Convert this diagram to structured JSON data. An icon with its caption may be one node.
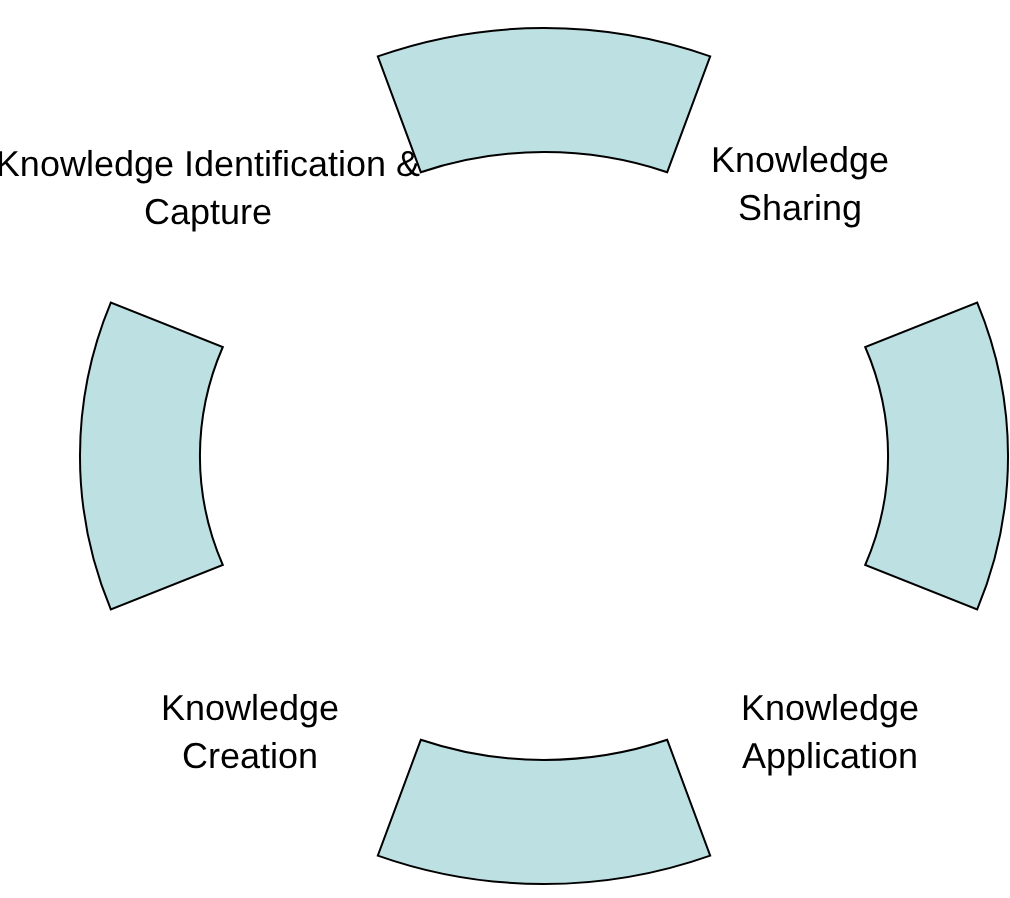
{
  "diagram": {
    "nodes": [
      {
        "text": [],
        "shape": "arc"
      },
      {
        "text": [],
        "shape": "arc"
      },
      {
        "text": [],
        "shape": "arc"
      },
      {
        "text": [],
        "shape": "arc"
      }
    ],
    "labels": [
      "Knowledge Identification & Capture",
      "Knowledge Sharing",
      "Knowledge Creation",
      "Knowledge Application"
    ]
  }
}
